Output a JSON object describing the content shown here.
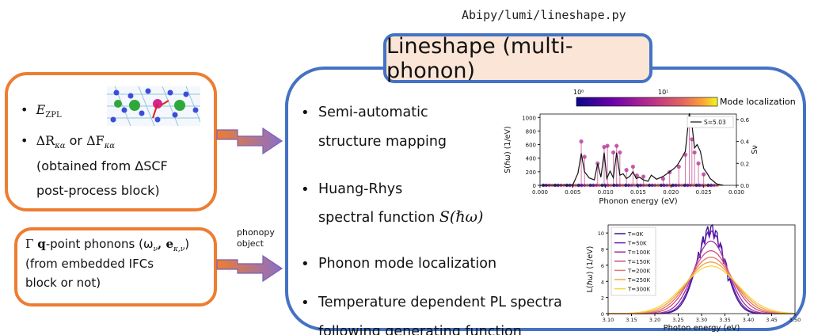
{
  "source_path": "Abipy/lumi/lineshape.py",
  "title": "Lineshape (multi-phonon)",
  "input_box_1": {
    "items": [
      {
        "math": "E",
        "sub": "ZPL"
      },
      {
        "text_a": "ΔR",
        "sub_a": "κα",
        "mid": " or ",
        "text_b": "ΔF",
        "sub_b": "κα"
      },
      {
        "text": "(obtained from ΔSCF"
      },
      {
        "text": "post-process block)"
      }
    ]
  },
  "input_box_2": {
    "line1_prefix": "Γ",
    "line1_bold": "q",
    "line1_rest": "-point phonons (ω",
    "line1_sub": "ν",
    "line1_mid": ", e",
    "line1_sub2": "κ,ν",
    "line1_end": ")",
    "line2": "(from embedded IFCs",
    "line3": "block or not)"
  },
  "arrow_label": {
    "line1": "phonopy",
    "line2": "object"
  },
  "features": {
    "f1_line1": "Semi-automatic",
    "f1_line2": "structure mapping",
    "f2_line1": "Huang-Rhys",
    "f2_line2": "spectral function",
    "f2_math": "S(ℏω)",
    "f3": "Phonon mode localization",
    "f4_line1": "Temperature dependent PL spectra",
    "f4_line2": "following generating function"
  },
  "colorbar": {
    "label": "Mode localization",
    "tick0": "10⁰",
    "tick1": "10¹"
  },
  "chart_data": [
    {
      "type": "line",
      "title": "",
      "xlabel": "Phonon energy (eV)",
      "ylabel": "S(ℏω) (1/eV)",
      "ylabel_right": "Sν",
      "xlim": [
        0.0,
        0.03
      ],
      "ylim": [
        0,
        1050
      ],
      "ylim_right": [
        0,
        0.65
      ],
      "x_ticks": [
        "0.000",
        "0.005",
        "0.010",
        "0.015",
        "0.020",
        "0.025",
        "0.030"
      ],
      "y_ticks": [
        "0",
        "200",
        "400",
        "600",
        "800",
        "1000"
      ],
      "y_ticks_right": [
        "0.0",
        "0.2",
        "0.4",
        "0.6"
      ],
      "legend": "S=5.03",
      "series": [
        {
          "x": [
            0.0,
            0.005,
            0.0058,
            0.0063,
            0.0068,
            0.0075,
            0.0083,
            0.0088,
            0.0093,
            0.0098,
            0.0102,
            0.0107,
            0.0112,
            0.0117,
            0.0122,
            0.0127,
            0.0132,
            0.0137,
            0.0142,
            0.0147,
            0.0152,
            0.0158,
            0.0165,
            0.017,
            0.0178,
            0.0188,
            0.0198,
            0.0205,
            0.021,
            0.0215,
            0.0222,
            0.0228,
            0.0232,
            0.0236,
            0.024,
            0.0245,
            0.025,
            0.0255,
            0.026,
            0.0265,
            0.027,
            0.028
          ],
          "values": [
            0,
            5,
            180,
            470,
            200,
            110,
            80,
            320,
            120,
            480,
            100,
            210,
            110,
            480,
            150,
            170,
            100,
            130,
            200,
            100,
            120,
            80,
            60,
            150,
            90,
            130,
            200,
            250,
            300,
            380,
            500,
            1060,
            900,
            550,
            600,
            500,
            250,
            180,
            100,
            60,
            20,
            0
          ]
        }
      ],
      "sticks": [
        {
          "x": 0.0063,
          "value": 0.4
        },
        {
          "x": 0.0068,
          "value": 0.26
        },
        {
          "x": 0.0088,
          "value": 0.2
        },
        {
          "x": 0.0098,
          "value": 0.35
        },
        {
          "x": 0.0103,
          "value": 0.36
        },
        {
          "x": 0.0112,
          "value": 0.3
        },
        {
          "x": 0.0117,
          "value": 0.36
        },
        {
          "x": 0.0122,
          "value": 0.3
        },
        {
          "x": 0.0132,
          "value": 0.14
        },
        {
          "x": 0.0142,
          "value": 0.17
        },
        {
          "x": 0.0148,
          "value": 0.09
        },
        {
          "x": 0.0158,
          "value": 0.08
        },
        {
          "x": 0.0188,
          "value": 0.06
        },
        {
          "x": 0.0198,
          "value": 0.12
        },
        {
          "x": 0.0212,
          "value": 0.17
        },
        {
          "x": 0.0222,
          "value": 0.28
        },
        {
          "x": 0.0228,
          "value": 0.6
        },
        {
          "x": 0.0232,
          "value": 0.42
        },
        {
          "x": 0.0236,
          "value": 0.3
        },
        {
          "x": 0.0242,
          "value": 0.2
        },
        {
          "x": 0.025,
          "value": 0.1
        }
      ]
    },
    {
      "type": "line",
      "title": "",
      "xlabel": "Photon energy (eV)",
      "ylabel": "L(ℏω) (1/eV)",
      "xlim": [
        3.1,
        3.5
      ],
      "ylim": [
        0,
        11
      ],
      "x_ticks": [
        "3.10",
        "3.15",
        "3.20",
        "3.25",
        "3.30",
        "3.35",
        "3.40",
        "3.45",
        "3.50"
      ],
      "y_ticks": [
        "0",
        "2",
        "4",
        "6",
        "8",
        "10"
      ],
      "series": [
        {
          "name": "T=0K",
          "color": "#3a0f8f",
          "peak": 10.5,
          "width": 0.03
        },
        {
          "name": "T=50K",
          "color": "#6a1fb5",
          "peak": 10.0,
          "width": 0.032
        },
        {
          "name": "T=100K",
          "color": "#a0329c",
          "peak": 9.0,
          "width": 0.036
        },
        {
          "name": "T=150K",
          "color": "#cc4f83",
          "peak": 7.8,
          "width": 0.042
        },
        {
          "name": "T=200K",
          "color": "#e87463",
          "peak": 7.0,
          "width": 0.047
        },
        {
          "name": "T=250K",
          "color": "#f5a244",
          "peak": 6.4,
          "width": 0.052
        },
        {
          "name": "T=300K",
          "color": "#f7d53a",
          "peak": 5.9,
          "width": 0.057
        }
      ],
      "peak_center": 3.32
    }
  ]
}
